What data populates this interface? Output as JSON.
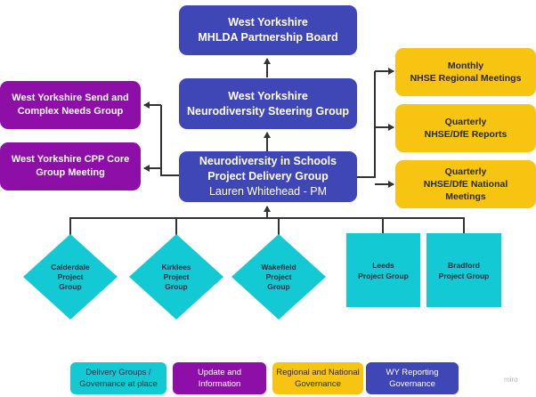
{
  "diagram": {
    "top_board": {
      "line1": "West Yorkshire",
      "line2": "MHLDA Partnership Board"
    },
    "steering_group": {
      "line1": "West Yorkshire",
      "line2": "Neurodiversity Steering Group"
    },
    "delivery_group": {
      "line1": "Neurodiversity in Schools",
      "line2": "Project Delivery Group",
      "line3": "Lauren Whitehead - PM"
    },
    "left_groups": [
      {
        "line1": "West Yorkshire Send and",
        "line2": "Complex Needs Group"
      },
      {
        "line1": "West Yorkshire CPP Core",
        "line2": "Group Meeting"
      }
    ],
    "right_groups": [
      {
        "line1": "Monthly",
        "line2": "NHSE Regional Meetings",
        "line3": ""
      },
      {
        "line1": "Quarterly",
        "line2": "NHSE/DfE Reports",
        "line3": ""
      },
      {
        "line1": "Quarterly",
        "line2": "NHSE/DfE National",
        "line3": "Meetings"
      }
    ],
    "place_groups_diamond": [
      {
        "line1": "Calderdale",
        "line2": "Project",
        "line3": "Group"
      },
      {
        "line1": "Kirklees",
        "line2": "Project",
        "line3": "Group"
      },
      {
        "line1": "Wakefield",
        "line2": "Project",
        "line3": "Group"
      }
    ],
    "place_groups_square": [
      {
        "line1": "Leeds",
        "line2": "Project Group"
      },
      {
        "line1": "Bradford",
        "line2": "Project Group"
      }
    ]
  },
  "legend": [
    {
      "line1": "Delivery Groups /",
      "line2": "Governance at place",
      "color": "#13c9d3"
    },
    {
      "line1": "Update and",
      "line2": "Information",
      "color": "#8e0fa8"
    },
    {
      "line1": "Regional and National",
      "line2": "Governance",
      "color": "#f7c412"
    },
    {
      "line1": "WY Reporting",
      "line2": "Governance",
      "color": "#3f46b6"
    }
  ],
  "watermark": "miro",
  "colors": {
    "wy_reporting": "#3f46b6",
    "update_info": "#8e0fa8",
    "regional_national": "#f7c412",
    "delivery_place": "#13c9d3",
    "connector": "#333333"
  }
}
